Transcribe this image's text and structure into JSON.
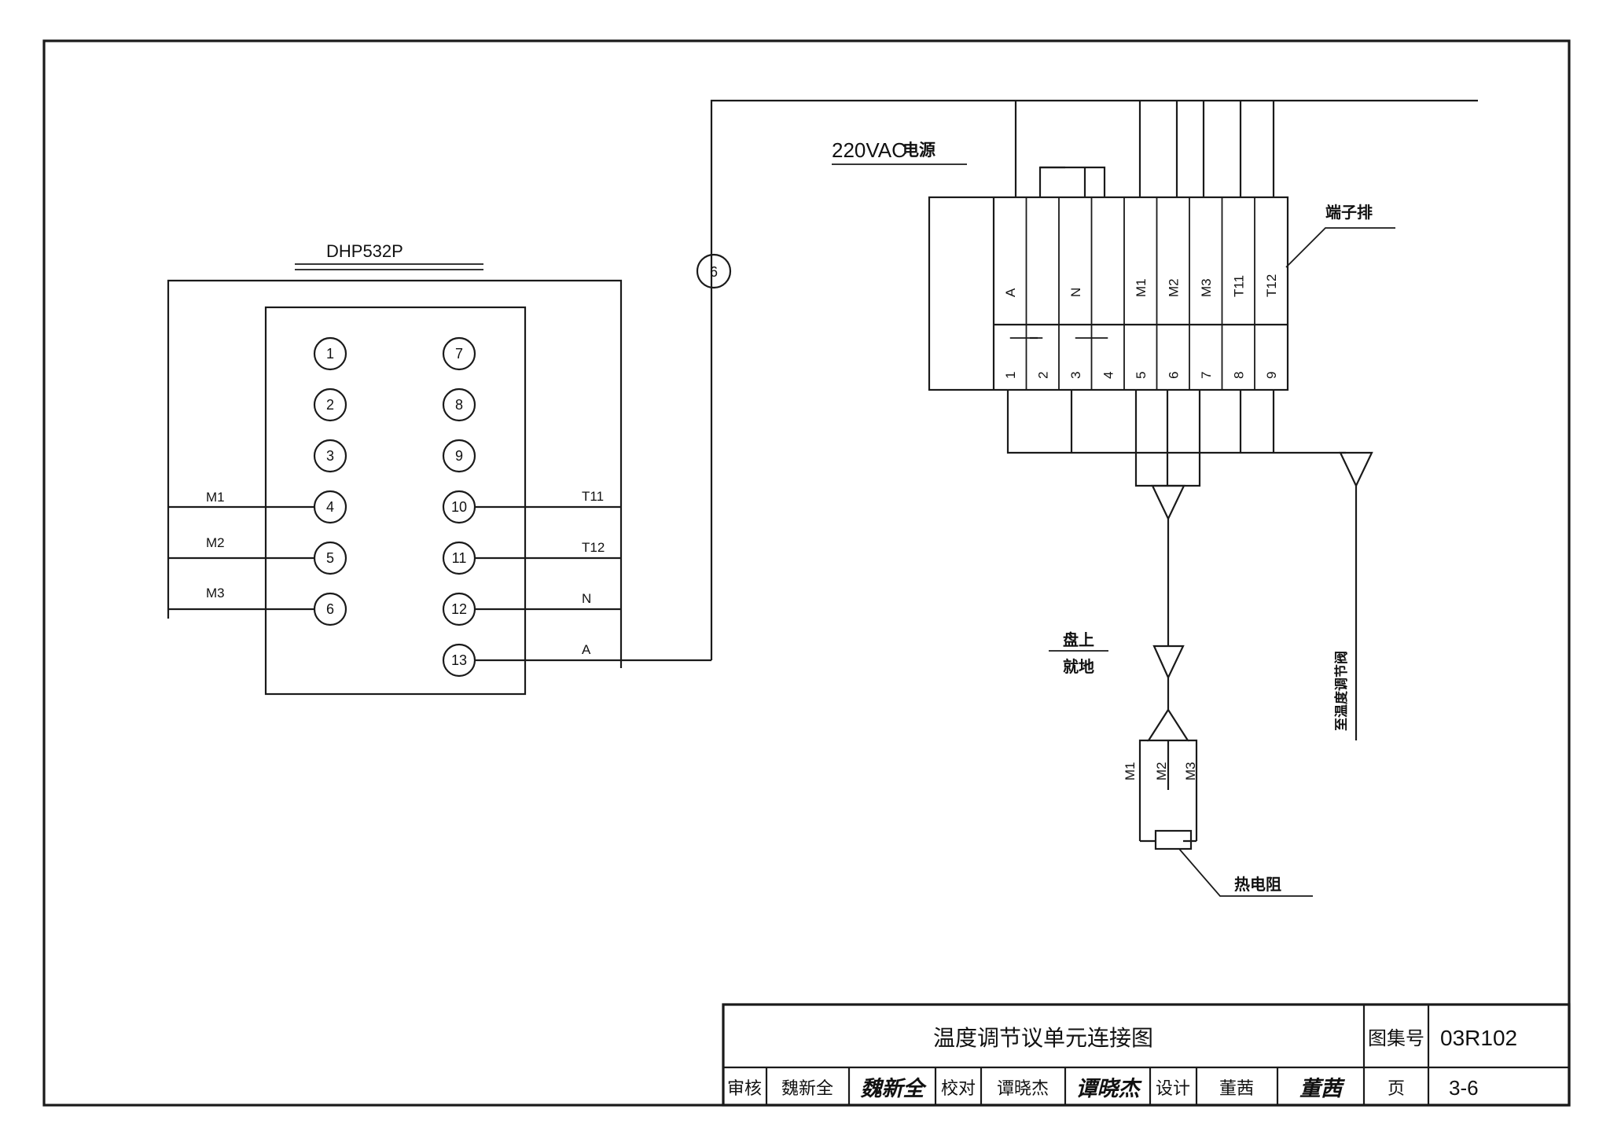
{
  "controller": {
    "model": "DHP532P",
    "terminals_left": [
      "1",
      "2",
      "3",
      "4",
      "5",
      "6"
    ],
    "terminals_right": [
      "7",
      "8",
      "9",
      "10",
      "11",
      "12",
      "13"
    ],
    "left_wire_labels": [
      "M1",
      "M2",
      "M3"
    ],
    "right_wire_labels": [
      "T11",
      "T12",
      "N",
      "A"
    ]
  },
  "cable_marker": "6",
  "power": {
    "voltage": "220VAC",
    "label": "电源"
  },
  "terminal_strip": {
    "label": "端子排",
    "signals": [
      "A",
      "",
      "N",
      "",
      "M1",
      "M2",
      "M3",
      "T11",
      "T12"
    ],
    "numbers": [
      "1",
      "2",
      "3",
      "4",
      "5",
      "6",
      "7",
      "8",
      "9"
    ]
  },
  "location": {
    "upper": "盘上",
    "lower": "就地"
  },
  "valve_note": "至温度调节阀",
  "rtd": {
    "leads": [
      "M1",
      "M2",
      "M3"
    ],
    "label": "热电阻"
  },
  "title_block": {
    "title": "温度调节议单元连接图",
    "atlas_label": "图集号",
    "atlas_no": "03R102",
    "review_label": "审核",
    "reviewer": "魏新全",
    "reviewer_sig": "魏新全",
    "check_label": "校对",
    "checker": "谭晓杰",
    "checker_sig": "谭晓杰",
    "design_label": "设计",
    "designer": "董茜",
    "designer_sig": "董茜",
    "page_label": "页",
    "page_no": "3-6"
  }
}
